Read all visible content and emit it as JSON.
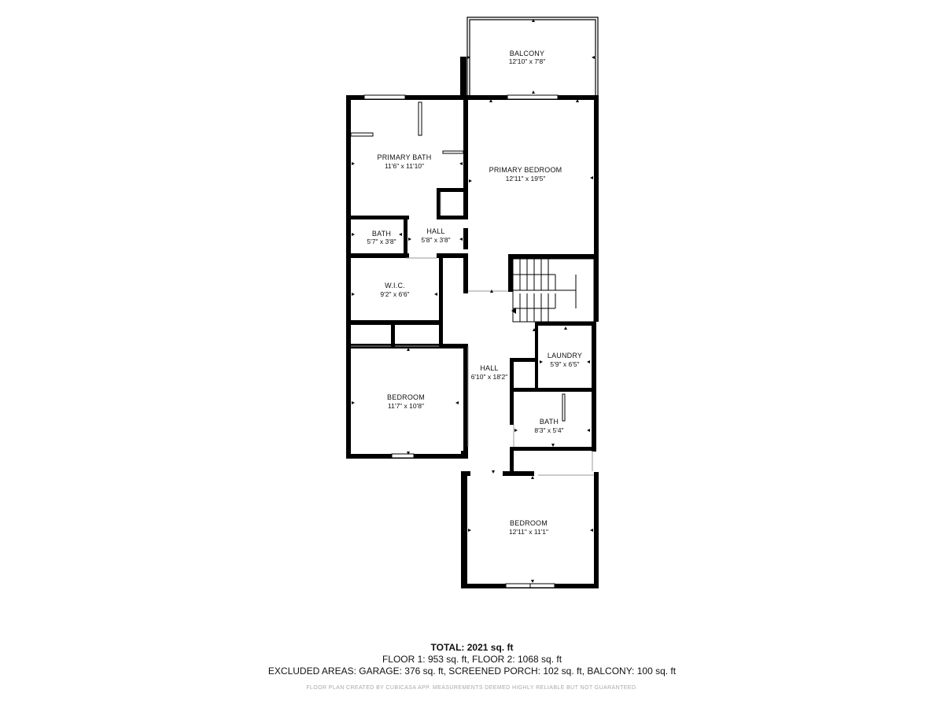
{
  "rooms": {
    "balcony": {
      "name": "BALCONY",
      "dims": "12'10\" x 7'8\""
    },
    "primary_bath": {
      "name": "PRIMARY BATH",
      "dims": "11'6\" x 11'10\""
    },
    "primary_bedroom": {
      "name": "PRIMARY BEDROOM",
      "dims": "12'11\" x 19'5\""
    },
    "bath_small": {
      "name": "BATH",
      "dims": "5'7\" x 3'8\""
    },
    "hall_small": {
      "name": "HALL",
      "dims": "5'8\" x 3'8\""
    },
    "wic": {
      "name": "W.I.C.",
      "dims": "9'2\" x 6'6\""
    },
    "laundry": {
      "name": "LAUNDRY",
      "dims": "5'9\" x 6'5\""
    },
    "hall_main": {
      "name": "HALL",
      "dims": "6'10\" x 18'2\""
    },
    "bedroom_left": {
      "name": "BEDROOM",
      "dims": "11'7\" x 10'8\""
    },
    "bath_right": {
      "name": "BATH",
      "dims": "8'3\" x 5'4\""
    },
    "bedroom_bottom": {
      "name": "BEDROOM",
      "dims": "12'11\" x 11'1\""
    }
  },
  "summary": {
    "total": "TOTAL: 2021 sq. ft",
    "floors": "FLOOR 1: 953 sq. ft, FLOOR 2: 1068 sq. ft",
    "excluded": "EXCLUDED AREAS: GARAGE: 376 sq. ft, SCREENED PORCH: 102 sq. ft, BALCONY: 100 sq. ft",
    "credit": "FLOOR PLAN CREATED BY CUBICASA APP. MEASUREMENTS DEEMED HIGHLY RELIABLE BUT NOT GUARANTEED."
  }
}
